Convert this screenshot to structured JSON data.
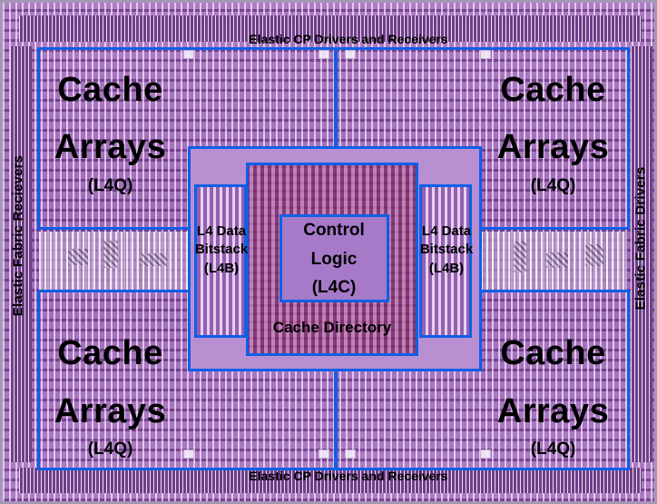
{
  "top_label": "Elastic CP Drivers and Receivers",
  "bottom_label": "Elastic CP Drivers and Receivers",
  "left_vertical_label": "Elastic Fabric Recievers",
  "right_vertical_label": "Elastic Fabric Drivers",
  "cache_arrays": {
    "top_left": {
      "line1": "Cache",
      "line2": "Arrays",
      "line3": "(L4Q)"
    },
    "top_right": {
      "line1": "Cache",
      "line2": "Arrays",
      "line3": "(L4Q)"
    },
    "bottom_left": {
      "line1": "Cache",
      "line2": "Arrays",
      "line3": "(L4Q)"
    },
    "bottom_right": {
      "line1": "Cache",
      "line2": "Arrays",
      "line3": "(L4Q)"
    }
  },
  "l4_data_bitstack": {
    "left": {
      "line1": "L4 Data",
      "line2": "Bitstack",
      "line3": "(L4B)"
    },
    "right": {
      "line1": "L4 Data",
      "line2": "Bitstack",
      "line3": "(L4B)"
    }
  },
  "control_logic": {
    "line1": "Control",
    "line2": "Logic",
    "line3": "(L4C)"
  },
  "cache_directory": "Cache Directory",
  "colors": {
    "outline_blue": "#0f5fe8",
    "die_purple": "#a879c5",
    "dense_magenta": "#a45b9e"
  }
}
